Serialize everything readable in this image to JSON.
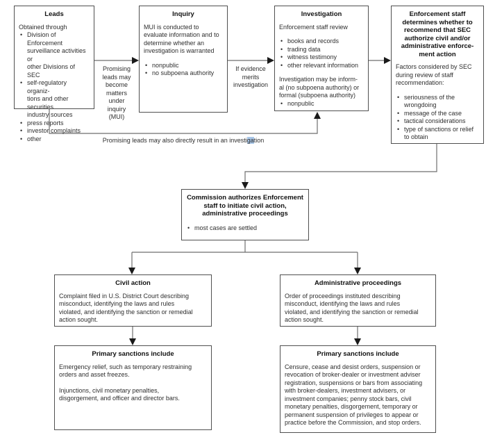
{
  "colors": {
    "box_border": "#4f4f4f",
    "connector_line": "#6e6e6e",
    "arrowhead": "#1a1a1a",
    "text": "#2e2e2e",
    "selection_highlight": "#a9c7e8",
    "background": "#ffffff"
  },
  "boxes": {
    "leads": {
      "title": "Leads",
      "intro": "Obtained through",
      "bullets": [
        "Division of Enforcement\nsurveillance activities or\nother Divisions of SEC",
        "self-regulatory organiz-\ntions and other securities\nindustry sources",
        "press reports",
        "investor complaints",
        "other"
      ]
    },
    "inquiry": {
      "title": "Inquiry",
      "intro": "MUI is conducted to\nevaluate information and to\ndetermine whether an\ninvestigation is warranted",
      "bullets": [
        "nonpublic",
        "no subpoena authority"
      ]
    },
    "investigation": {
      "title": "Investigation",
      "intro": "Enforcement staff review",
      "bullets": [
        "books and records",
        "trading data",
        "witness testimony",
        "other relevant information"
      ],
      "note": "Investigation may be inform-\nal (no subpoena authority) or\nformal (subpoena authority)",
      "note_bullets": [
        "nonpublic"
      ]
    },
    "enforcement": {
      "title": "Enforcement staff\ndetermines whether to\nrecommend that SEC\nauthorize civil and/or\nadministrative enforce-\nment action",
      "intro": "Factors considered by SEC\nduring review of staff\nrecommendation:",
      "bullets": [
        "seriousness of the\nwrongdoing",
        "message of the case",
        "tactical considerations",
        "type of sanctions or relief\nto obtain"
      ]
    },
    "commission": {
      "title": "Commission authorizes Enforcement\nstaff to initiate civil action,\nadministrative proceedings",
      "bullets": [
        "most cases are settled"
      ]
    },
    "civil_action": {
      "title": "Civil action",
      "body": "Complaint filed in U.S. District Court describing\nmisconduct, identifying the laws and rules\nviolated, and identifying the sanction or remedial\naction sought."
    },
    "admin_proceedings": {
      "title": "Administrative proceedings",
      "body": "Order of proceedings instituted describing\nmisconduct, identifying the laws and rules\nviolated, and identifying the sanction or remedial\naction sought."
    },
    "sanctions_civil": {
      "title": "Primary sanctions include",
      "body1": "Emergency relief, such as temporary restraining\norders and asset freezes.",
      "body2": "Injunctions, civil monetary penalties,\ndisgorgement, and officer and director bars."
    },
    "sanctions_admin": {
      "title": "Primary sanctions include",
      "body": "Censure, cease and desist orders, suspension or\nrevocation of broker-dealer or investment adviser\nregistration, suspensions or bars from associating\nwith broker-dealers, investment advisers, or\ninvestment companies; penny stock bars, civil\nmonetary penalties, disgorgement, temporary or\npermanent suspension of privileges to appear or\npractice before the Commission, and stop orders."
    }
  },
  "connector_labels": {
    "leads_to_inquiry": "Promising\nleads may\nbecome\nmatters\nunder\ninquiry\n(MUI)",
    "inquiry_to_investigation": "If evidence\nmerits\ninvestigation",
    "leads_to_investigation_pre": "Promising leads may also directly result in an investi",
    "leads_to_investigation_highlighted": "ga",
    "leads_to_investigation_post": "tion"
  }
}
